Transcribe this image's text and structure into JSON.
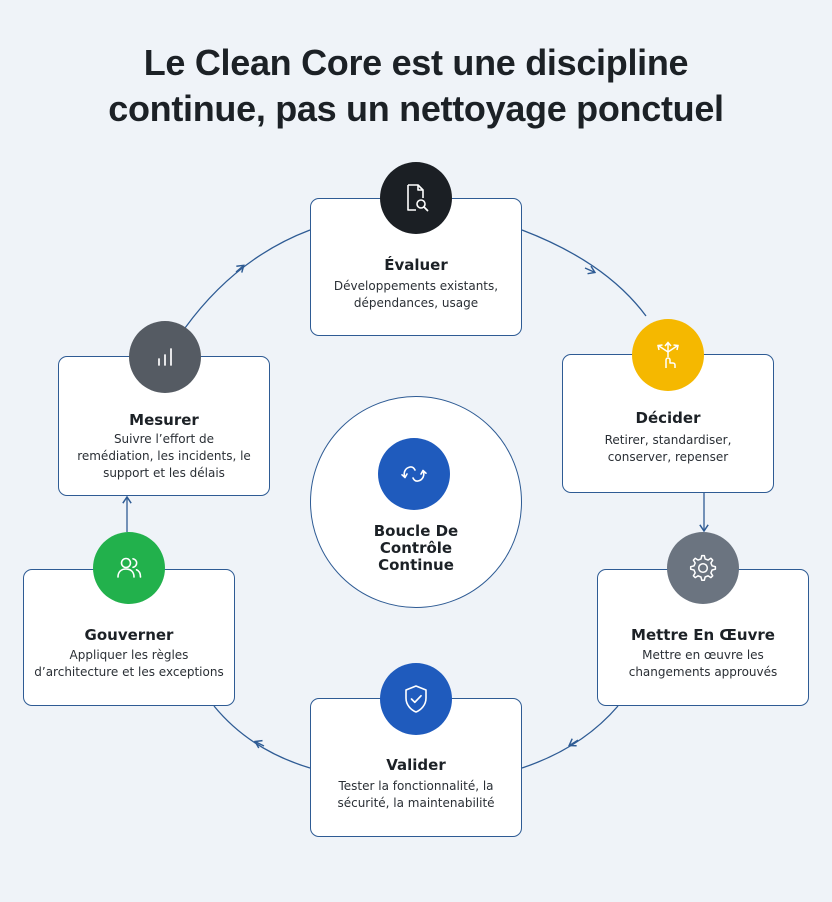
{
  "title": {
    "line1": "Le Clean Core est une discipline",
    "line2": "continue, pas un nettoyage ponctuel"
  },
  "center": {
    "line1": "Boucle De",
    "line2": "Contrôle",
    "line3": "Continue",
    "icon": "cycle-icon",
    "color": "#1f5bbd"
  },
  "steps": [
    {
      "title": "Évaluer",
      "desc1": "Développements existants,",
      "desc2": "dépendances, usage",
      "icon": "document-search-icon",
      "color": "#1b1f24"
    },
    {
      "title": "Décider",
      "desc1": "Retirer, standardiser,",
      "desc2": "conserver, repenser",
      "icon": "decision-arrows-icon",
      "color": "#f5b800"
    },
    {
      "title": "Mettre En Œuvre",
      "desc1": "Mettre en œuvre les",
      "desc2": "changements approuvés",
      "icon": "gear-icon",
      "color": "#6b7480"
    },
    {
      "title": "Valider",
      "desc1": "Tester la fonctionnalité, la",
      "desc2": "sécurité, la maintenabilité",
      "icon": "shield-check-icon",
      "color": "#1f5bbd"
    },
    {
      "title": "Gouverner",
      "desc1": "Appliquer les règles",
      "desc2": "d’architecture et les exceptions",
      "icon": "users-icon",
      "color": "#22b14c"
    },
    {
      "title": "Mesurer",
      "desc1": "Suivre l’effort de",
      "desc2": "remédiation, les incidents, le",
      "desc3": "support et les délais",
      "icon": "bar-chart-icon",
      "color": "#555b63"
    }
  ]
}
